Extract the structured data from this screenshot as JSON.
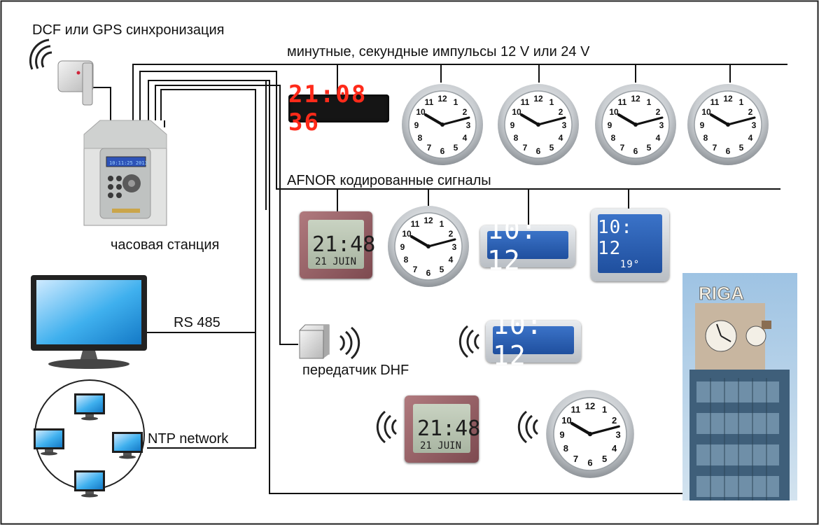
{
  "labels": {
    "sync": "DCF или GPS синхронизация",
    "impulses": "минутные, секундные импульсы 12 V или 24 V",
    "afnor": "AFNOR кодированные сигналы",
    "station": "часовая станция",
    "rs485": "RS 485",
    "ntp": "NTP network",
    "transmitter": "передатчик DHF"
  },
  "displays": {
    "red_led_time": "21:08 36",
    "blue_time": "10: 12",
    "lcd_time": "21:48",
    "lcd_date": "21 JUIN",
    "square_time": "10: 12",
    "square_temp": "19°",
    "station_screen": "10:11:25 2013"
  },
  "tower_sign": "RIGA"
}
